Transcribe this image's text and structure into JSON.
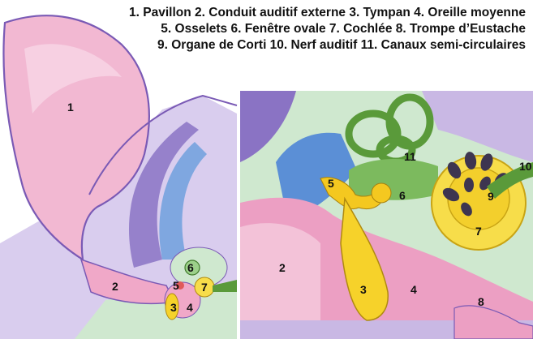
{
  "legend": {
    "line1": "1. Pavillon 2. Conduit auditif externe 3. Tympan 4. Oreille moyenne",
    "line2": "5. Osselets 6. Fenêtre ovale 7. Cochlée 8. Trompe d’Eustache",
    "line3": "9. Organe de Corti 10. Nerf auditif 11. Canaux semi-circulaires"
  },
  "left_panel": {
    "labels": [
      "1",
      "2",
      "3",
      "4",
      "5",
      "6",
      "7"
    ]
  },
  "right_panel": {
    "labels": [
      "2",
      "3",
      "4",
      "5",
      "6",
      "7",
      "8",
      "9",
      "10",
      "11"
    ]
  },
  "colors": {
    "skin_pink": "#f2b8d2",
    "skin_deep": "#e07fab",
    "cartilage_lavender": "#c9b8e4",
    "bone_purple": "#8a73c4",
    "bone_blue": "#5b8fd6",
    "fluid_green": "#cfe8cf",
    "nerve_green": "#5a9a3a",
    "tympan_yellow": "#f6d22a",
    "cochlea_yellow": "#f7dd4a",
    "outline": "#6b4aa8"
  }
}
